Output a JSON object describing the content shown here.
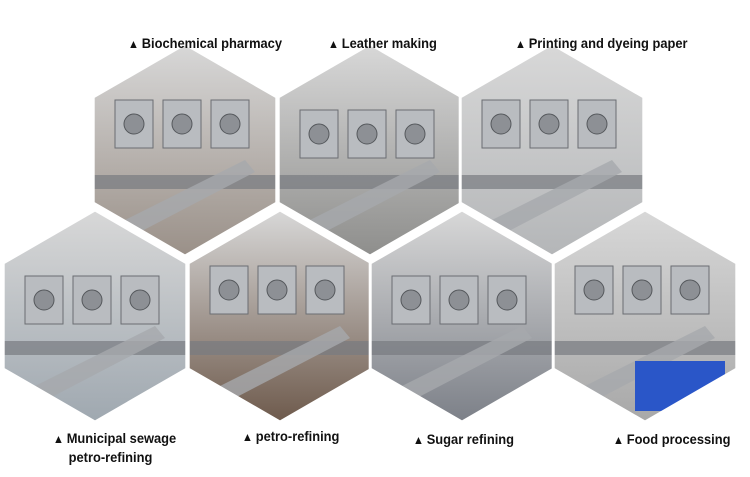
{
  "marker": "▲",
  "panels": [
    {
      "label": "Biochemical pharmacy",
      "tone": "#9a9088"
    },
    {
      "label": "Leather making",
      "tone": "#8e8e8c"
    },
    {
      "label": "Printing and dyeing paper",
      "tone": "#b4b6b8"
    },
    {
      "label": "Municipal sewage",
      "label2": "petro-refining",
      "tone": "#9fa8b0"
    },
    {
      "label": "petro-refining",
      "tone": "#6e5a4c"
    },
    {
      "label": "Sugar refining",
      "tone": "#7c8088"
    },
    {
      "label": "Food processing",
      "tone": "#a8a8a8",
      "accent": "#2a56c8"
    }
  ]
}
